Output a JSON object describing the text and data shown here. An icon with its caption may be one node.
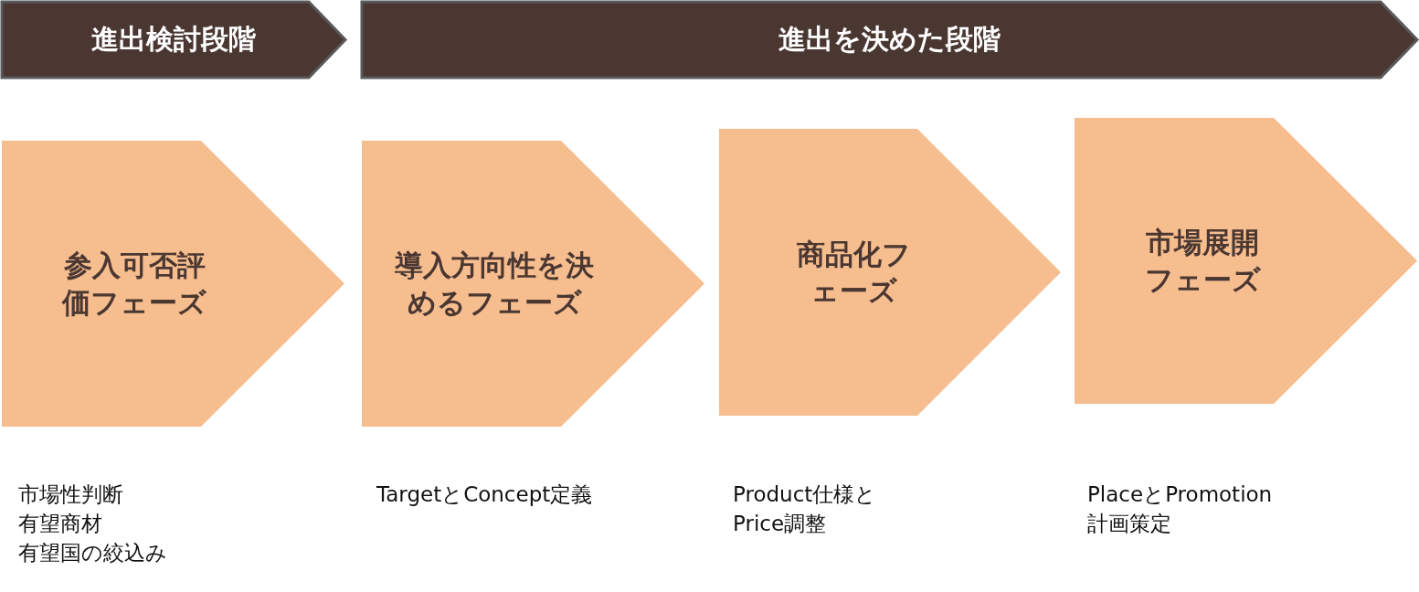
{
  "diagram": {
    "nodes": [
      {
        "text": [
          "進出検討段階"
        ]
      },
      {
        "text": [
          "進出を決めた段階"
        ]
      },
      {
        "text": [
          "参入可否評価フェーズ"
        ],
        "beside": [
          "市場性判断",
          "有望商材",
          "有望国の絞込み"
        ]
      },
      {
        "text": [
          "導入方向性を決めるフェーズ"
        ],
        "beside": [
          "TargetとConcept定義"
        ]
      },
      {
        "text": [
          "商品化フェーズ"
        ],
        "beside": [
          "Product仕様とPrice調整"
        ]
      },
      {
        "text": [
          "市場展開フェーズ"
        ],
        "beside": [
          "PlaceとPromotion計画策定"
        ]
      }
    ]
  }
}
